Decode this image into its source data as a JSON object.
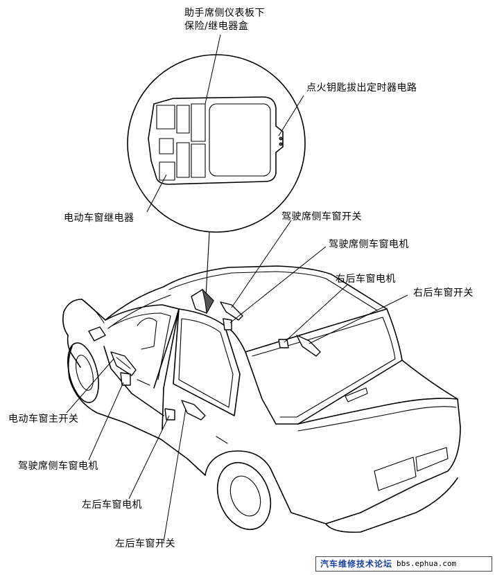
{
  "labels": {
    "fuse_box_line1": "助手席侧仪表板下",
    "fuse_box_line2": "保险/继电器盒",
    "key_timer": "点火钥匙拔出定时器电路",
    "power_window_relay": "电动车窗继电器",
    "driver_window_switch": "驾驶席侧车窗开关",
    "driver_window_motor_top": "驾驶席侧车窗电机",
    "rr_window_motor": "右后车窗电机",
    "rr_window_switch": "右后车窗开关",
    "master_switch": "电动车窗主开关",
    "driver_window_motor_bottom": "驾驶席侧车窗电机",
    "rl_window_motor": "左后车窗电机",
    "rl_window_switch": "左后车窗开关"
  },
  "watermark": {
    "site_name": "汽车维修技术论坛",
    "url": "bbs.ephua.com"
  },
  "icons": {
    "relay": "relay-icon",
    "switch": "window-switch-icon",
    "motor": "window-motor-icon"
  }
}
